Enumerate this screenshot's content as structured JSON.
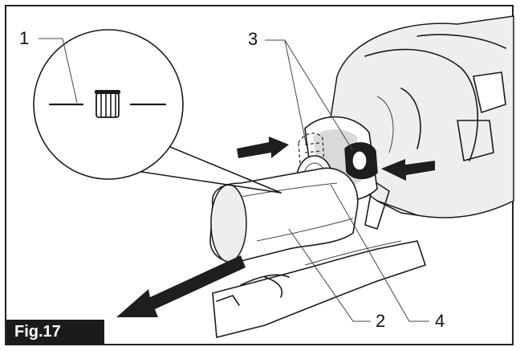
{
  "figure": {
    "label": "Fig.17",
    "callouts": {
      "c1": "1",
      "c2": "2",
      "c3": "3",
      "c4": "4"
    }
  }
}
